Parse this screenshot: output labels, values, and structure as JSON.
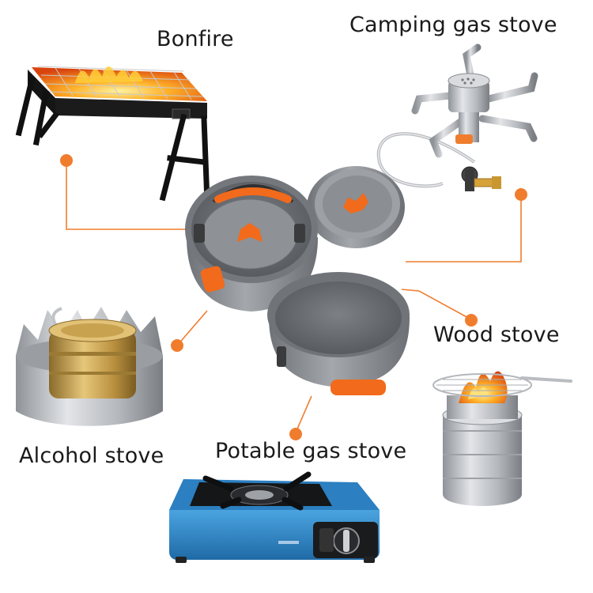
{
  "labels": {
    "bonfire": "Bonfire",
    "camping_gas_stove": "Camping gas stove",
    "wood_stove": "Wood stove",
    "alcohol_stove": "Alcohol stove",
    "potable_gas_stove": "Potable gas stove"
  },
  "colors": {
    "accent": "#f07d2e",
    "cookware": "#8c8f94",
    "handles": "#f26a1b",
    "gas_canister": "#2f86c6",
    "brass": "#c9a24a"
  }
}
